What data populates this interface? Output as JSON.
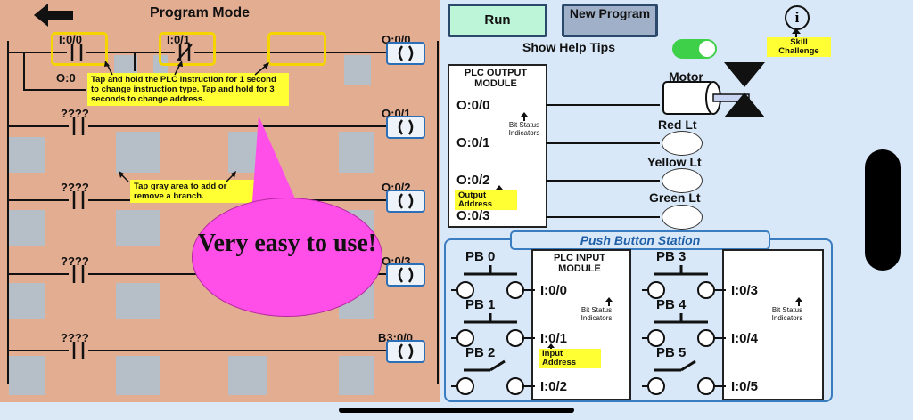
{
  "header": {
    "title": "Program Mode"
  },
  "rungs": [
    {
      "contact1": "I:0/0",
      "contact2": "I:0/1",
      "branch_addr": "O:0",
      "output": "O:0/0"
    },
    {
      "contact1": "????",
      "output": "O:0/1"
    },
    {
      "contact1": "????",
      "output": "O:0/2"
    },
    {
      "contact1": "????",
      "output": "O:0/3"
    },
    {
      "contact1": "????",
      "output": "B3:0/0"
    }
  ],
  "tips": {
    "tap_hold": "Tap and hold the PLC instruction for 1 second to change instruction type.  Tap and hold for 3 seconds to change address.",
    "tap_gray": "Tap gray area to add or remove a branch."
  },
  "bubble": {
    "text": "Very easy to use!"
  },
  "controls": {
    "run": "Run",
    "new_program": "New Program",
    "help_tips": "Show Help Tips",
    "info": "i",
    "skill": "Skill Challenge"
  },
  "output_module": {
    "title": "PLC OUTPUT MODULE",
    "addresses": [
      "O:0/0",
      "O:0/1",
      "O:0/2",
      "O:0/3"
    ],
    "bit_status": "Bit Status Indicators",
    "output_address": "Output Address"
  },
  "devices": {
    "motor": "Motor",
    "red": "Red Lt",
    "yellow": "Yellow Lt",
    "green": "Green Lt"
  },
  "pb_station": {
    "title": "Push Button Station",
    "left": [
      "PB 0",
      "PB 1",
      "PB 2"
    ],
    "right": [
      "PB 3",
      "PB 4",
      "PB 5"
    ]
  },
  "input_module": {
    "title": "PLC INPUT MODULE",
    "left_addrs": [
      "I:0/0",
      "I:0/1",
      "I:0/2"
    ],
    "right_addrs": [
      "I:0/3",
      "I:0/4",
      "I:0/5"
    ],
    "bit_status": "Bit Status Indicators",
    "input_address": "Input Address"
  }
}
